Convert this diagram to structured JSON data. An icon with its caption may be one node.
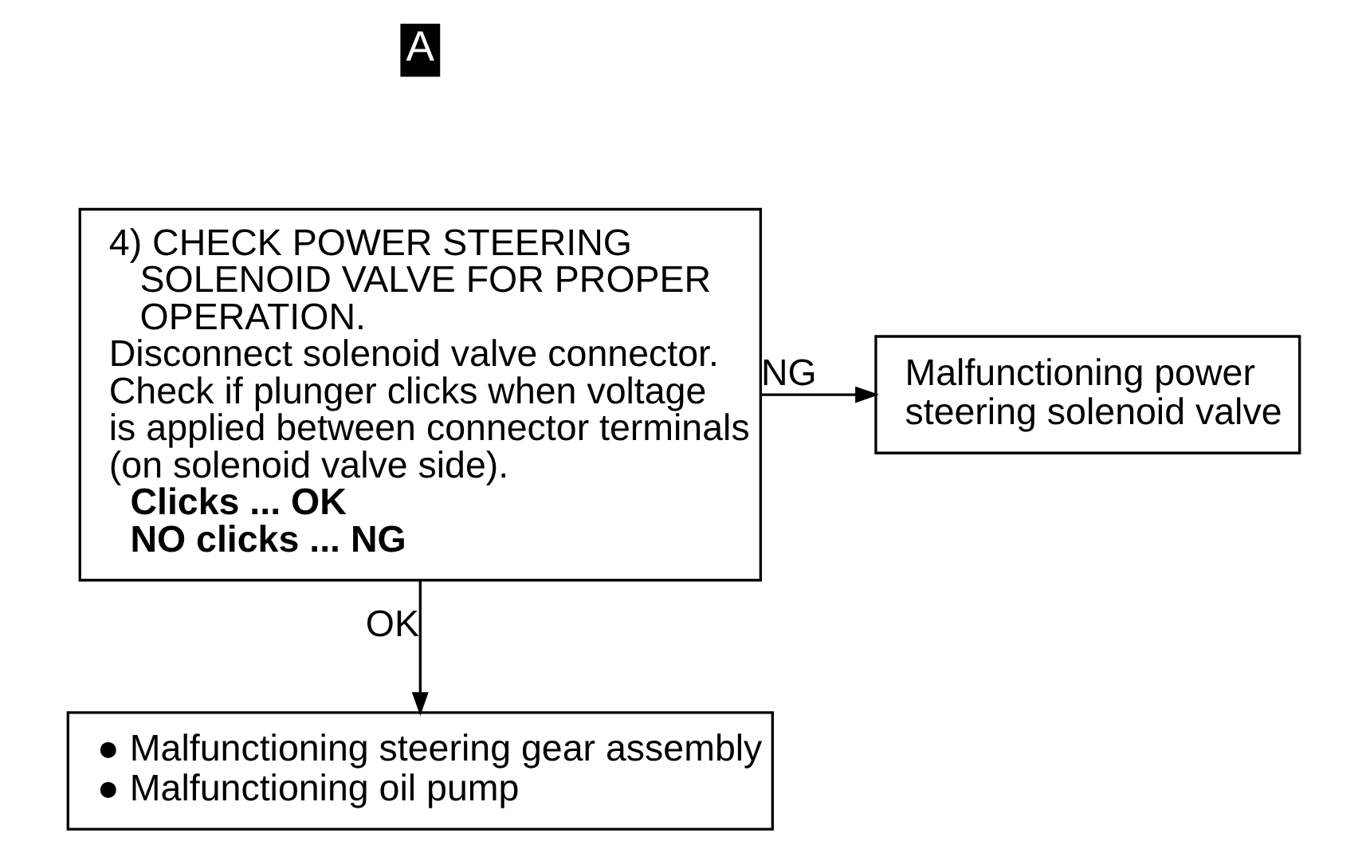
{
  "diagram": {
    "nodes": [
      {
        "text": [
          "4) CHECK POWER STEERING SOLENOID VALVE FOR PROPER OPERATION.",
          "Disconnect solenoid valve connector. Check if plunger clicks when voltage is applied between connector terminals (on solenoid valve side).",
          "Clicks ... OK",
          "NO clicks ... NG"
        ]
      },
      {
        "text": [
          "Malfunctioning power steering solenoid valve"
        ]
      },
      {
        "text": [
          "● Malfunctioning steering gear assembly",
          "● Malfunctioning oil pump"
        ]
      }
    ],
    "edges": [
      {
        "from": 0,
        "to": 1,
        "arrow": "to",
        "label": "NG"
      },
      {
        "from": 0,
        "to": 2,
        "arrow": "to",
        "label": "OK"
      }
    ],
    "labels": [
      "A"
    ]
  }
}
